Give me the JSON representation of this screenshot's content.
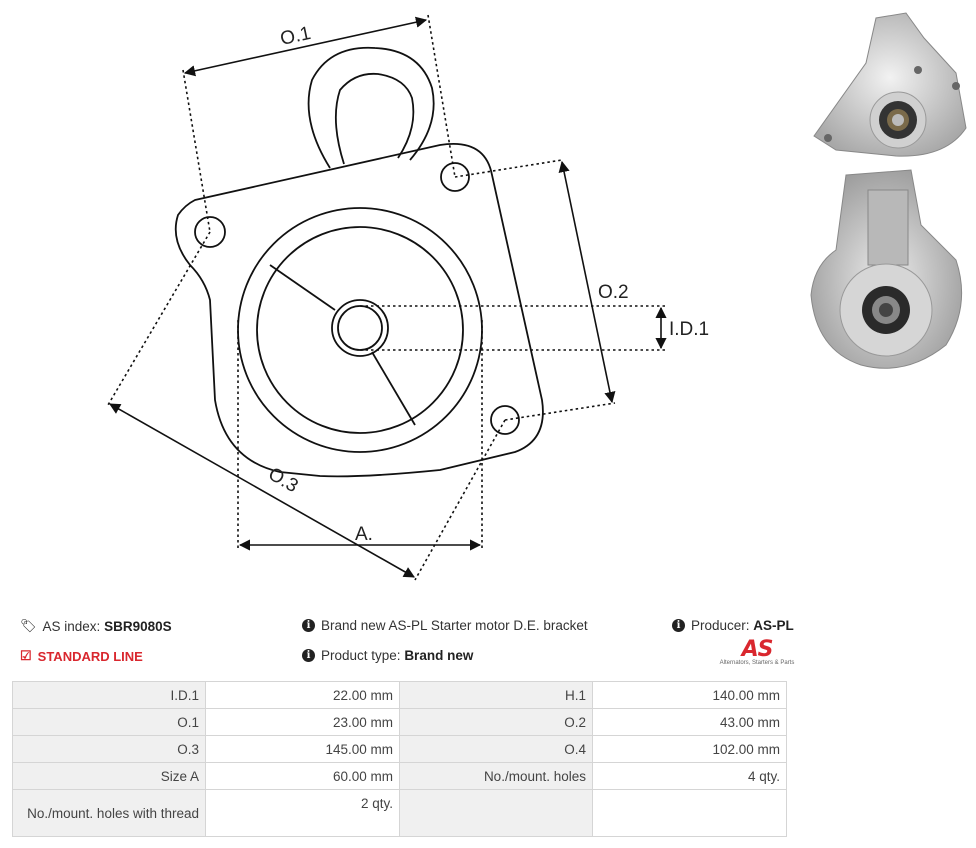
{
  "drawing": {
    "labels": {
      "o1": "O.1",
      "o2": "O.2",
      "o3": "O.3",
      "id1": "I.D.1",
      "a": "A."
    }
  },
  "info": {
    "as_index_label": "AS index:",
    "as_index_value": "SBR9080S",
    "standard_line": "STANDARD LINE",
    "description": "Brand new AS-PL Starter motor D.E. bracket",
    "product_type_label": "Product type:",
    "product_type_value": "Brand new",
    "producer_label": "Producer:",
    "producer_value": "AS-PL"
  },
  "logo": {
    "text": "AS",
    "subtitle": "Alternators, Starters & Parts"
  },
  "specs": [
    {
      "label1": "I.D.1",
      "value1": "22.00 mm",
      "label2": "H.1",
      "value2": "140.00 mm"
    },
    {
      "label1": "O.1",
      "value1": "23.00 mm",
      "label2": "O.2",
      "value2": "43.00 mm"
    },
    {
      "label1": "O.3",
      "value1": "145.00 mm",
      "label2": "O.4",
      "value2": "102.00 mm"
    },
    {
      "label1": "Size A",
      "value1": "60.00 mm",
      "label2": "No./mount. holes",
      "value2": "4 qty."
    },
    {
      "label1": "No./mount. holes with thread",
      "value1": "2 qty.",
      "label2": "",
      "value2": ""
    }
  ],
  "colors": {
    "accent_red": "#d9272e",
    "label_cell_bg": "#f0f0f0",
    "border": "#d5d5d5"
  }
}
